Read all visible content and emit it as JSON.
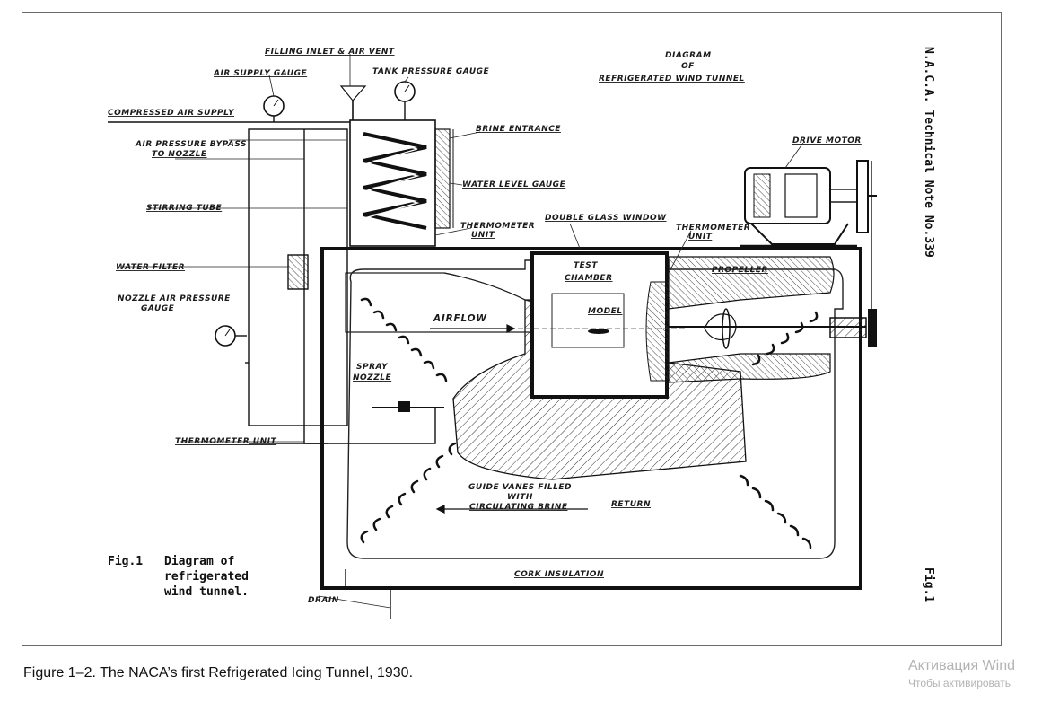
{
  "diagram": {
    "title_line1": "DIAGRAM",
    "title_line2": "OF",
    "title_line3": "REFRIGERATED WIND TUNNEL",
    "side_header": "N.A.C.A. Technical Note No.339",
    "side_fig": "Fig.1",
    "fig_label": "Fig.1",
    "fig_caption_lines": [
      "Diagram of",
      "refrigerated",
      "wind tunnel."
    ],
    "labels": {
      "filling_inlet": "FILLING INLET & AIR VENT",
      "air_supply_gauge": "AIR SUPPLY GAUGE",
      "tank_pressure_gauge": "TANK PRESSURE GAUGE",
      "compressed_air_supply": "COMPRESSED AIR SUPPLY",
      "air_pressure_bypass_1": "AIR PRESSURE BYPASS",
      "air_pressure_bypass_2": "TO NOZZLE",
      "brine_entrance": "BRINE ENTRANCE",
      "water_level_gauge": "WATER LEVEL GAUGE",
      "stirring_tube": "STIRRING TUBE",
      "thermometer_unit_top_1": "THERMOMETER",
      "thermometer_unit_top_2": "UNIT",
      "double_glass_window": "DOUBLE GLASS WINDOW",
      "thermometer_unit_right_1": "THERMOMETER",
      "thermometer_unit_right_2": "UNIT",
      "drive_motor": "DRIVE MOTOR",
      "water_filter": "WATER FILTER",
      "test_chamber_1": "TEST",
      "test_chamber_2": "CHAMBER",
      "propeller": "PROPELLER",
      "nozzle_air_gauge_1": "NOZZLE AIR PRESSURE",
      "nozzle_air_gauge_2": "GAUGE",
      "airflow": "AIRFLOW",
      "model": "MODEL",
      "spray_nozzle_1": "SPRAY",
      "spray_nozzle_2": "NOZZLE",
      "thermometer_unit_bottom": "THERMOMETER UNIT",
      "guide_vanes_1": "GUIDE VANES FILLED",
      "guide_vanes_2": "WITH",
      "guide_vanes_3": "CIRCULATING BRINE",
      "return": "RETURN",
      "cork_insulation": "CORK INSULATION",
      "drain": "DRAIN"
    }
  },
  "caption": "Figure 1–2. The NACA’s first Refrigerated Icing Tunnel, 1930.",
  "watermark": {
    "line1": "Активация Wind",
    "line2": "Чтобы активировать"
  }
}
